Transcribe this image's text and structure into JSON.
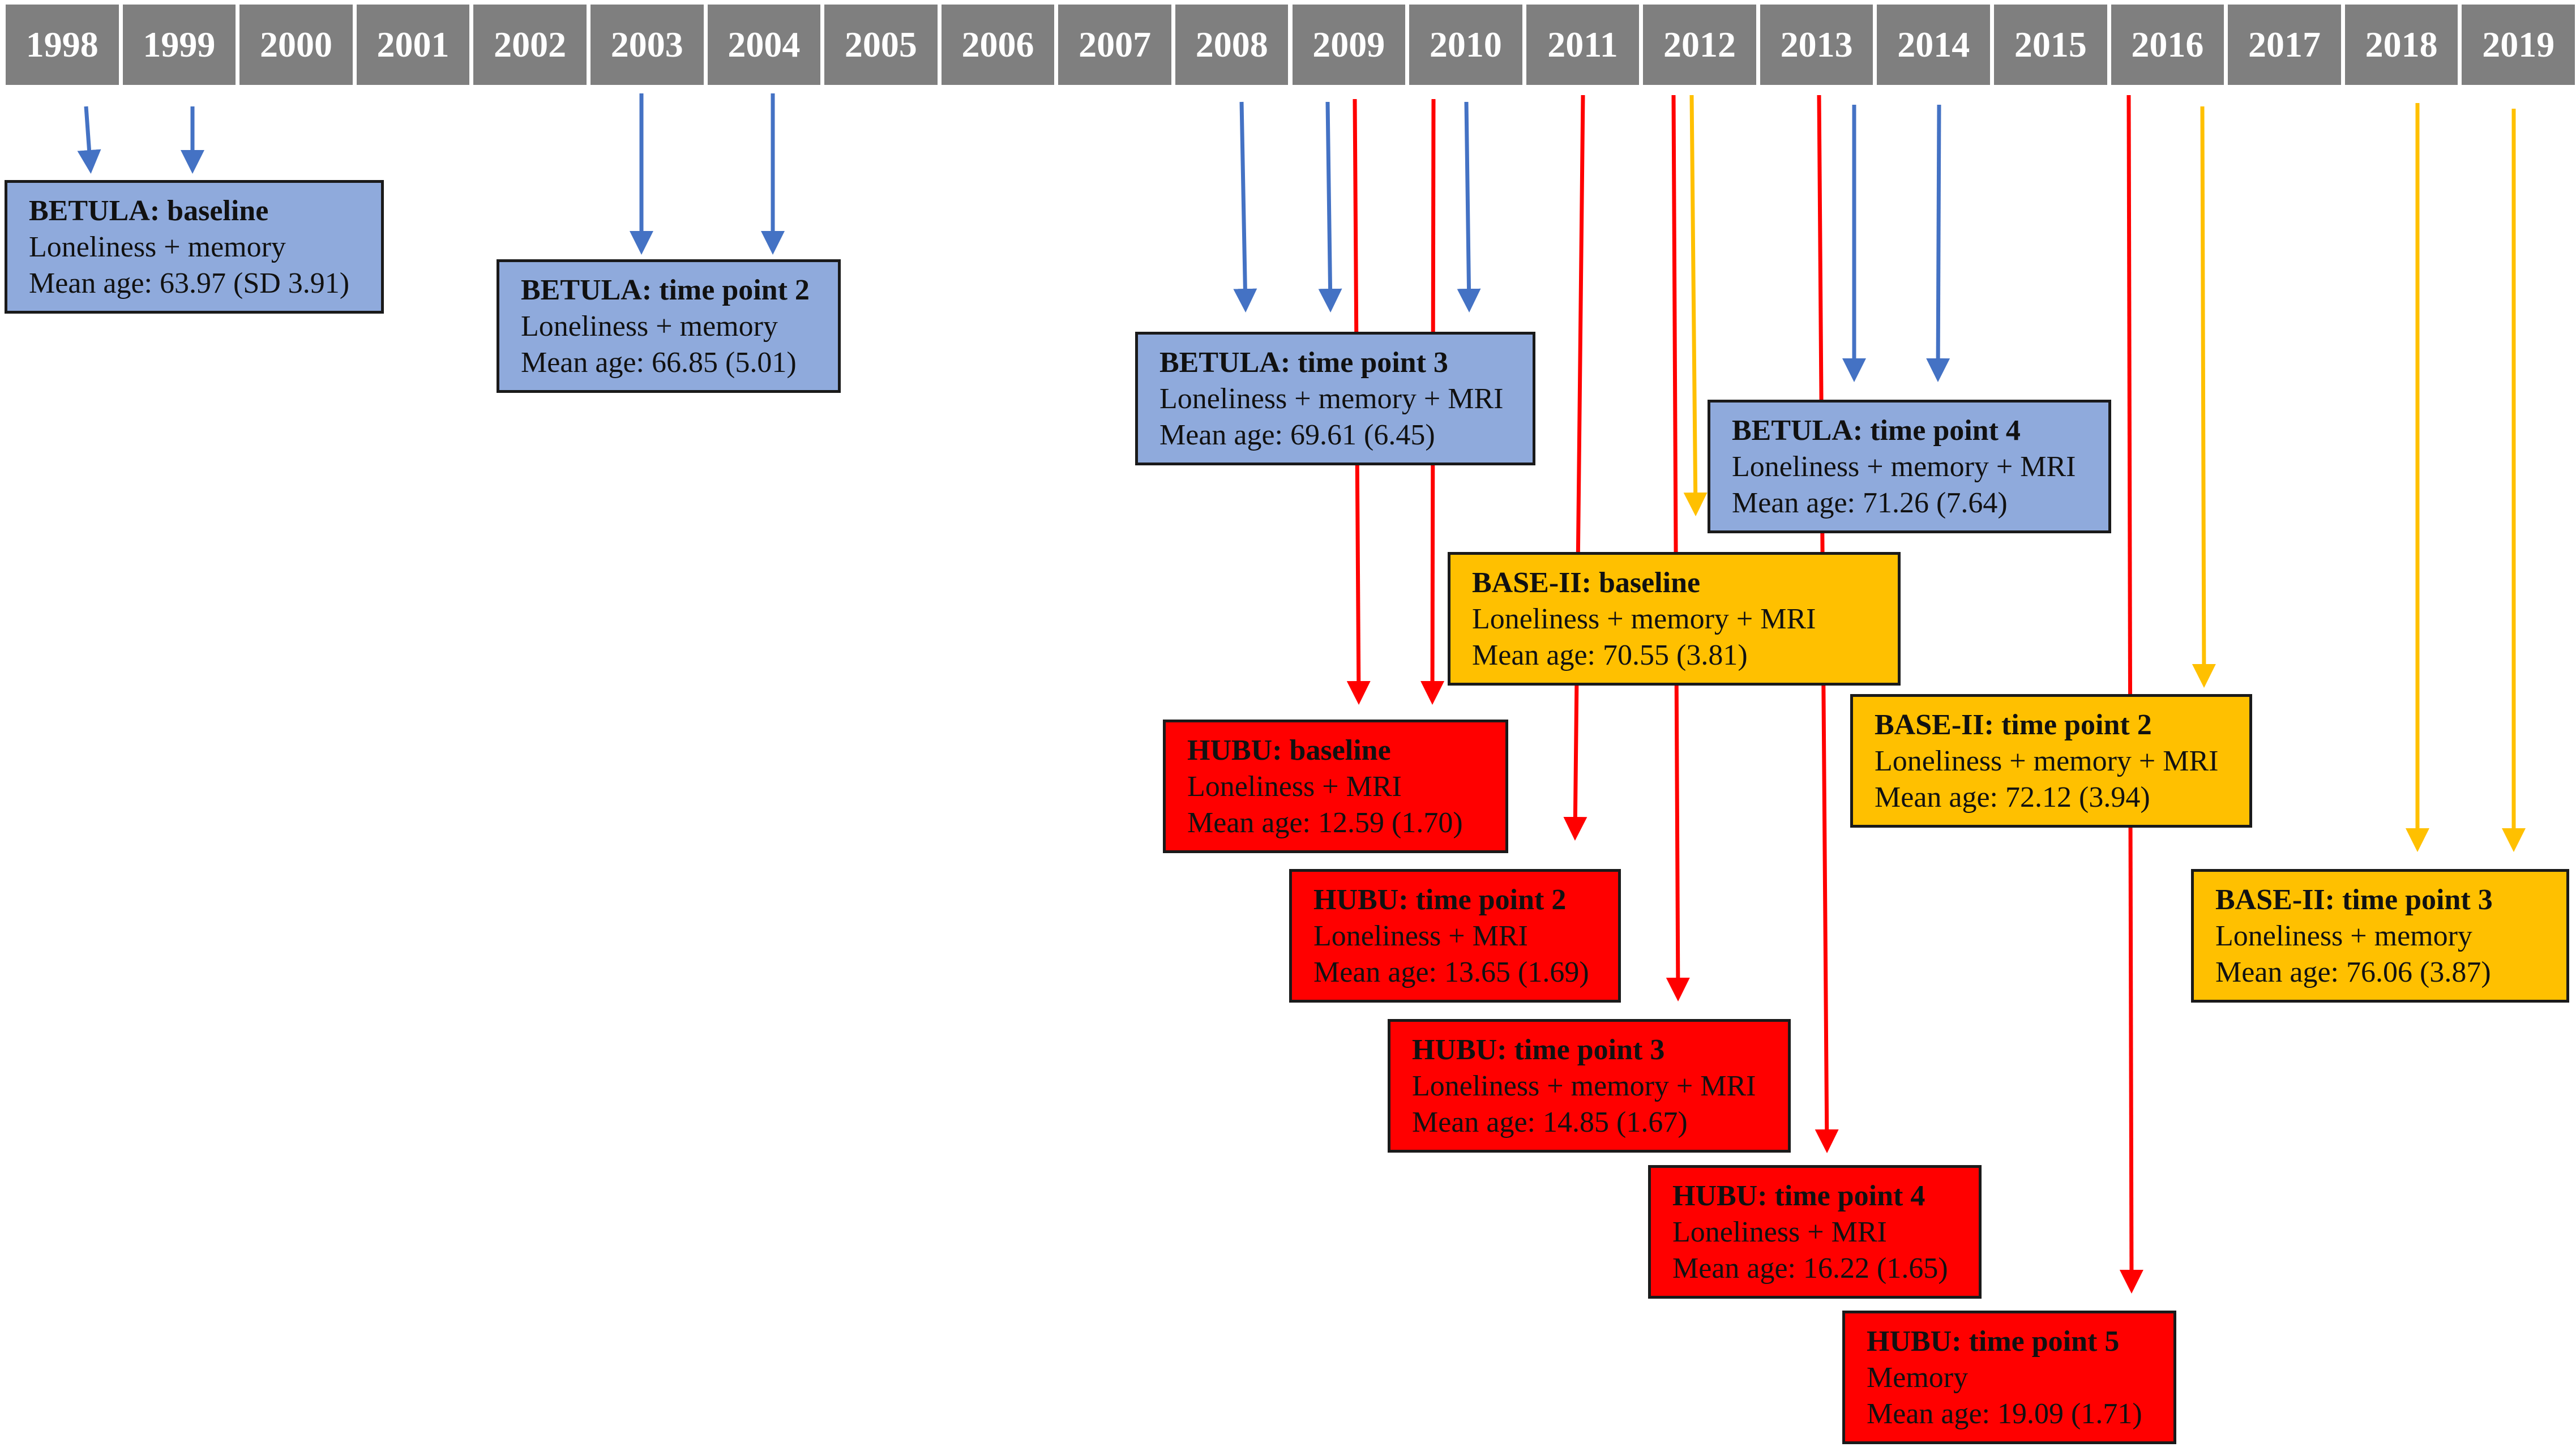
{
  "colors": {
    "betula": "#4472c4",
    "base": "#ffc000",
    "hubu": "#ff0000",
    "year_bar": "#7f7f7f"
  },
  "years": [
    "1998",
    "1999",
    "2000",
    "2001",
    "2002",
    "2003",
    "2004",
    "2005",
    "2006",
    "2007",
    "2008",
    "2009",
    "2010",
    "2011",
    "2012",
    "2013",
    "2014",
    "2015",
    "2016",
    "2017",
    "2018",
    "2019"
  ],
  "boxes": {
    "betula_baseline": {
      "title": "BETULA: baseline",
      "l1": "Loneliness + memory",
      "l2": "Mean age: 63.97 (SD 3.91)"
    },
    "betula_tp2": {
      "title": "BETULA: time point 2",
      "l1": "Loneliness + memory",
      "l2": "Mean age: 66.85 (5.01)"
    },
    "betula_tp3": {
      "title": "BETULA: time point 3",
      "l1": "Loneliness + memory + MRI",
      "l2": "Mean age: 69.61 (6.45)"
    },
    "betula_tp4": {
      "title": "BETULA: time point 4",
      "l1": "Loneliness + memory + MRI",
      "l2": "Mean age: 71.26 (7.64)"
    },
    "base_baseline": {
      "title": "BASE-II: baseline",
      "l1": "Loneliness + memory + MRI",
      "l2": "Mean age: 70.55 (3.81)"
    },
    "base_tp2": {
      "title": "BASE-II: time point 2",
      "l1": "Loneliness + memory + MRI",
      "l2": "Mean age: 72.12 (3.94)"
    },
    "base_tp3": {
      "title": "BASE-II: time point 3",
      "l1": "Loneliness + memory",
      "l2": "Mean age: 76.06 (3.87)"
    },
    "hubu_baseline": {
      "title": "HUBU: baseline",
      "l1": "Loneliness + MRI",
      "l2": "Mean age: 12.59 (1.70)"
    },
    "hubu_tp2": {
      "title": "HUBU: time point 2",
      "l1": "Loneliness + MRI",
      "l2": "Mean age: 13.65 (1.69)"
    },
    "hubu_tp3": {
      "title": "HUBU: time point 3",
      "l1": "Loneliness + memory + MRI",
      "l2": "Mean age: 14.85 (1.67)"
    },
    "hubu_tp4": {
      "title": "HUBU: time point 4",
      "l1": "Loneliness + MRI",
      "l2": "Mean age: 16.22 (1.65)"
    },
    "hubu_tp5": {
      "title": "HUBU: time point 5",
      "l1": "Memory",
      "l2": "Mean age: 19.09 (1.71)"
    }
  }
}
